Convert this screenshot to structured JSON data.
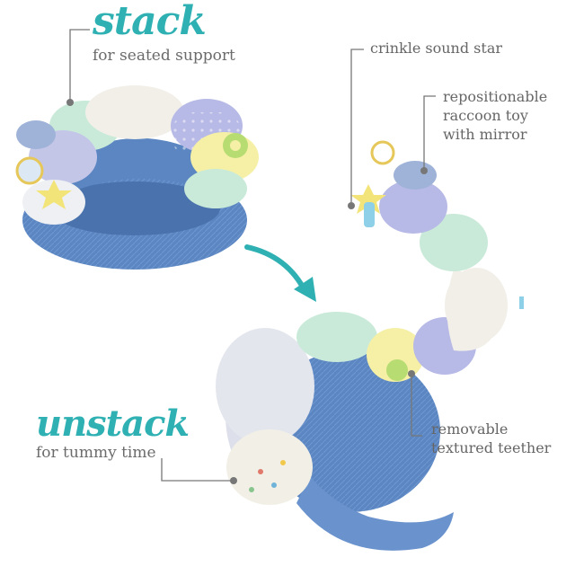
{
  "stack": {
    "title": "stack",
    "subtitle": "for seated support"
  },
  "unstack": {
    "title": "unstack",
    "subtitle": "for tummy time"
  },
  "callouts": {
    "star": "crinkle sound star",
    "raccoon": [
      "repositionable",
      "raccoon toy",
      "with mirror"
    ],
    "teether": [
      "removable",
      "textured teether"
    ]
  },
  "colors": {
    "accent": "#2fb1b3",
    "denim": "#5b86c2",
    "mint": "#c9ead9",
    "lavender": "#b7b9e6",
    "cream": "#f1efe8",
    "yellow": "#f5f0a6",
    "line": "#777777"
  },
  "icons": [
    "arrow-curved-icon"
  ]
}
